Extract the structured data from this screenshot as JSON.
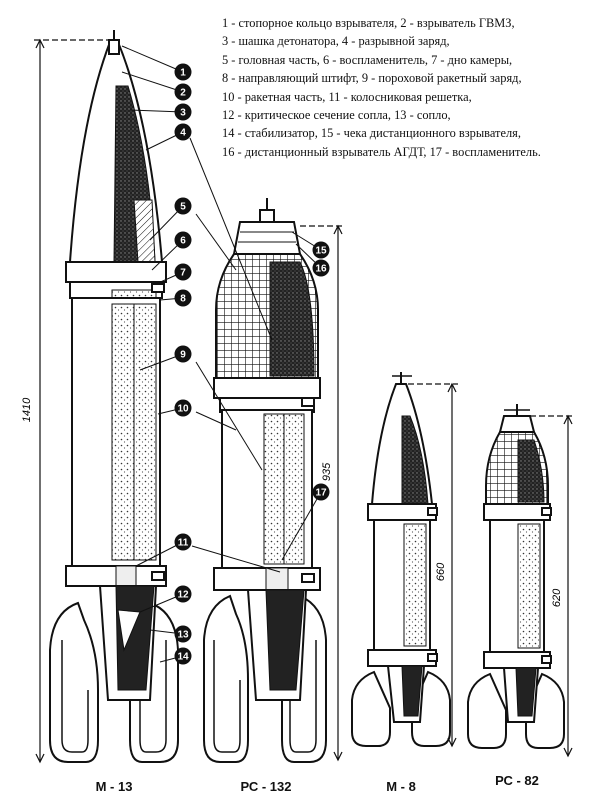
{
  "legend": [
    "1 - стопорное кольцо взрывателя, 2 - взрыватель ГВМЗ,",
    "3 - шашка детонатора,  4 - разрывной заряд,",
    "5 - головная часть,  6 - воспламенитель, 7 - дно камеры,",
    "8 - направляющий штифт, 9 - пороховой ракетный заряд,",
    "10 - ракетная часть, 11 - колосниковая решетка,",
    "12 - критическое сечение сопла, 13 - сопло,",
    "14 - стабилизатор,  15 - чека дистанционного взрывателя,",
    "16 - дистанционный взрыватель АГДТ,  17 - воспламенитель."
  ],
  "rockets": [
    {
      "name": "М - 13"
    },
    {
      "name": "РС - 132"
    },
    {
      "name": "М - 8"
    },
    {
      "name": "РС - 82"
    }
  ],
  "dimensions": [
    {
      "value": "1410"
    },
    {
      "value": "935"
    },
    {
      "value": "660"
    },
    {
      "value": "620"
    }
  ],
  "callouts": [
    "1",
    "2",
    "3",
    "4",
    "5",
    "6",
    "7",
    "8",
    "9",
    "10",
    "11",
    "12",
    "13",
    "14",
    "15",
    "16",
    "17"
  ],
  "colors": {
    "ink": "#111111",
    "paper": "#ffffff",
    "charge": "#2a2a2a"
  }
}
